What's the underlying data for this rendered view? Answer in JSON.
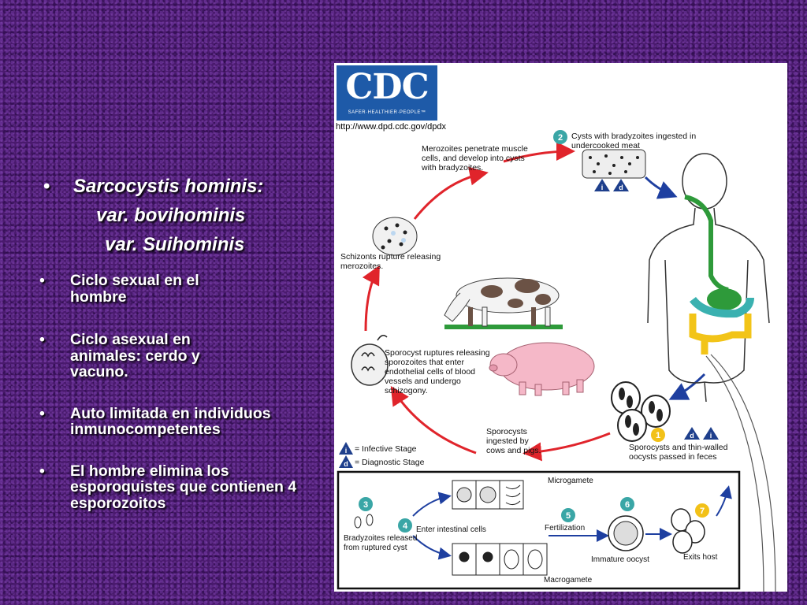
{
  "slide": {
    "title": {
      "bullet": "•",
      "line1": "Sarcocystis hominis:",
      "line2": "var. bovihominis",
      "line3": "var. Suihominis"
    },
    "bullets": [
      {
        "marker": "•",
        "text": "Ciclo sexual en el hombre"
      },
      {
        "marker": "•",
        "text": "Ciclo asexual en animales: cerdo y vacuno."
      },
      {
        "marker": "•",
        "text": "Auto limitada en individuos inmunocompetentes"
      },
      {
        "marker": "•",
        "text": "El hombre elimina los esporoquistes que contienen 4 esporozoitos"
      }
    ]
  },
  "figure": {
    "logo": {
      "text": "CDC",
      "subtitle": "SAFER·HEALTHIER·PEOPLE™"
    },
    "url": "http://www.dpd.cdc.gov/dpdx",
    "labels": {
      "merozoites": "Merozoites penetrate muscle cells, and develop into cysts with bradyzoites.",
      "stage2": "Cysts with bradyzoites ingested in undercooked meat",
      "schizonts": "Schizonts rupture releasing merozoites.",
      "sporocyst_ruptures": "Sporocyst ruptures releasing sporozoites that enter endothelial cells of blood vessels and undergo schizogony.",
      "sporocysts_ingested": "Sporocysts ingested by cows and pigs.",
      "stage1": "Sporocysts and thin-walled oocysts passed in feces",
      "infective": "= Infective Stage",
      "diagnostic": "= Diagnostic Stage",
      "microgamete": "Microgamete",
      "macrogamete": "Macrogamete",
      "bradyzoites_released": "Bradyzoites released from ruptured cyst",
      "enter_intestinal": "Enter intestinal cells",
      "fertilization": "Fertilization",
      "immature_oocyst": "Immature oocyst",
      "exits_host": "Exits host"
    },
    "stage_numbers": [
      "1",
      "2",
      "3",
      "4",
      "5",
      "6",
      "7"
    ],
    "stage_markers": {
      "infective": "i",
      "diagnostic": "d"
    },
    "colors": {
      "cycle_arrow": "#e0242b",
      "host_arrow": "#1e3fa0",
      "stage_teal": "#3aa6a6",
      "stage_gold": "#f2c118",
      "infective_marker": "#1e3f8c",
      "gut_green": "#2e9a3a",
      "gut_yellow": "#f2c418",
      "gut_teal": "#3ab1b0"
    }
  }
}
